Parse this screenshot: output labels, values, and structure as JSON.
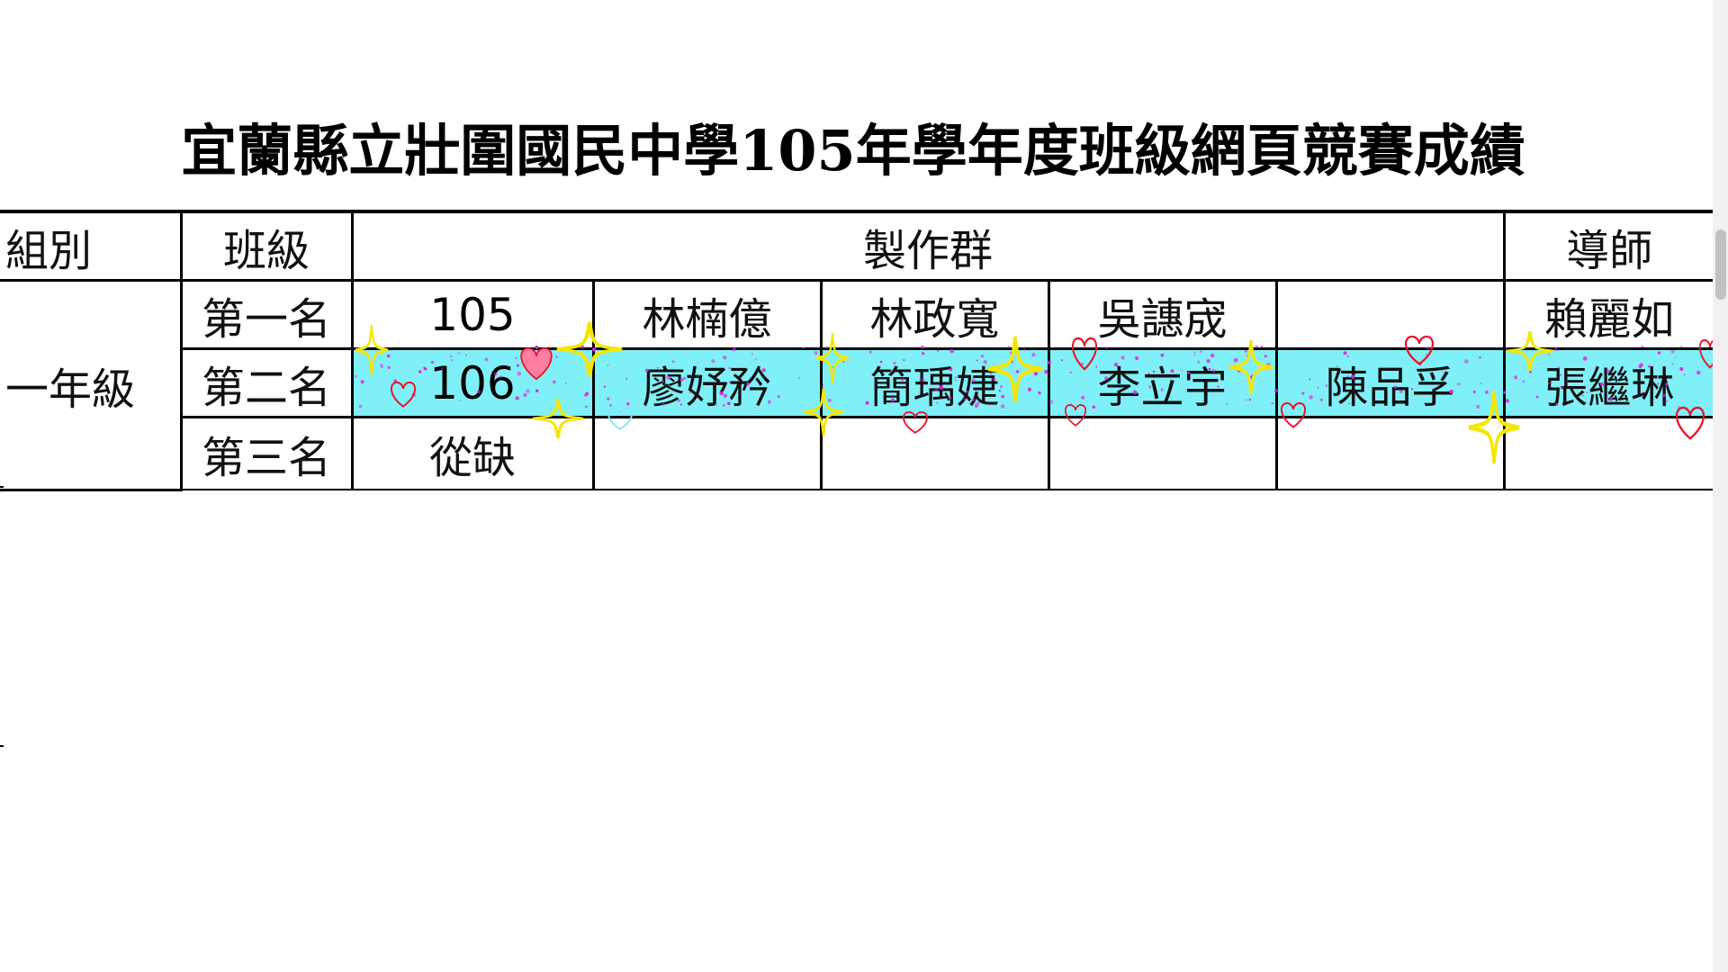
{
  "title": "宜蘭縣立壯圍國民中學105年學年度班級網頁競賽成績",
  "table": {
    "headers": {
      "group": "組別",
      "class_rank": "班級",
      "producers": "製作群",
      "teacher": "導師"
    },
    "group_name": "一年級",
    "rows": [
      {
        "rank": "第一名",
        "class": "105",
        "members": [
          "林楠億",
          "林政寬",
          "吳譓宬",
          ""
        ],
        "teacher": "賴麗如"
      },
      {
        "rank": "第二名",
        "class": "106",
        "members": [
          "廖妤矜",
          "簡瑀婕",
          "李立宇",
          "陳品孚"
        ],
        "teacher": "張繼琳"
      },
      {
        "rank": "第三名",
        "class": "從缺",
        "members": [
          "",
          "",
          "",
          ""
        ],
        "teacher": ""
      }
    ]
  },
  "highlight_color": "#80f0f8",
  "decoration": {
    "sparkle_color": "#f5e600",
    "heart_color": "#e8142a",
    "glitter_color": "#e020e0"
  }
}
